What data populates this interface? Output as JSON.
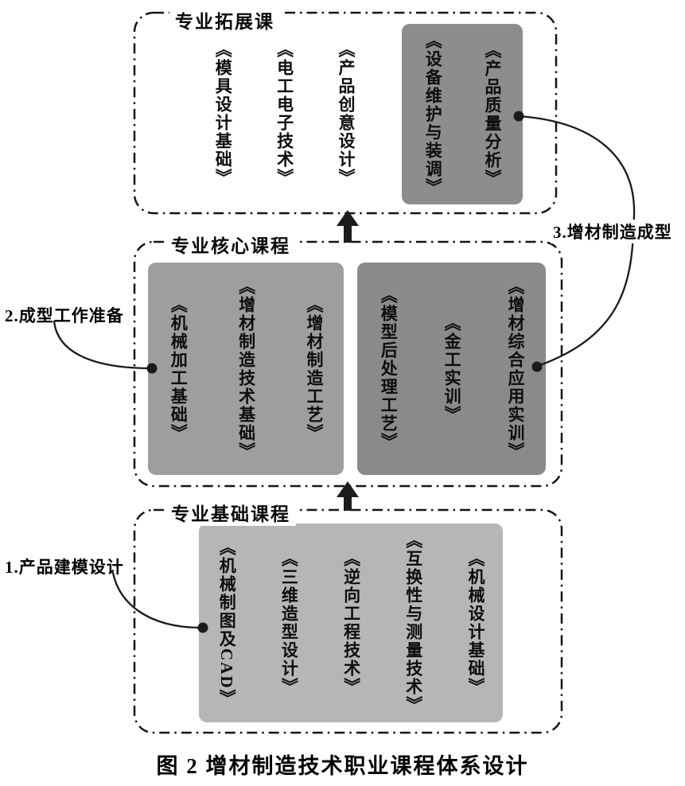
{
  "caption": "图 2 增材制造技术职业课程体系设计",
  "sections": {
    "extension": {
      "title": "专业拓展课",
      "courses": [
        "《模具设计基础》",
        "《电工电子技术》",
        "《产品创意设计》"
      ],
      "highlight": [
        "《设备维护与装调》",
        "《产品质量分析》"
      ]
    },
    "core": {
      "title": "专业核心课程",
      "left": [
        "《机械加工基础》",
        "《增材制造技术基础》",
        "《增材制造工艺》"
      ],
      "right": [
        "《模型后处理工艺》",
        "《金工实训》",
        "《增材综合应用实训》"
      ]
    },
    "foundation": {
      "title": "专业基础课程",
      "courses": [
        "《机械制图及CAD》",
        "《三维造型设计》",
        "《逆向工程技术》",
        "《互换性与测量技术》",
        "《机械设计基础》"
      ]
    }
  },
  "annotations": {
    "step1": "1.产品建模设计",
    "step2": "2.成型工作准备",
    "step3": "3.增材制造成型"
  },
  "colors": {
    "extension_highlight_box": "#8d8d8d",
    "core_left_box": "#9e9e9e",
    "core_right_box": "#8a8a8a",
    "foundation_box": "#b6b6b6",
    "line": "#1a1a1a"
  }
}
